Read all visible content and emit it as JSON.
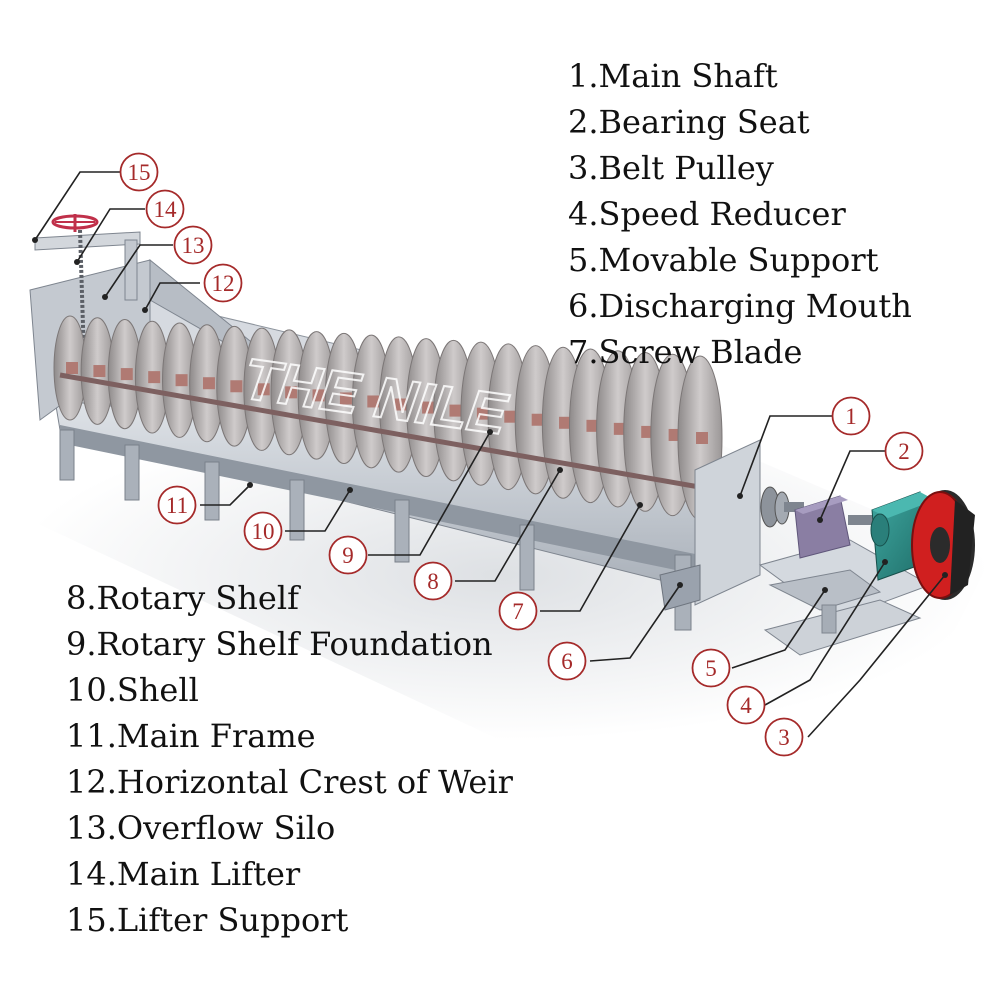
{
  "legend_right": [
    {
      "num": "1",
      "label": "1.Main Shaft"
    },
    {
      "num": "2",
      "label": "2.Bearing Seat"
    },
    {
      "num": "3",
      "label": "3.Belt Pulley"
    },
    {
      "num": "4",
      "label": "4.Speed Reducer"
    },
    {
      "num": "5",
      "label": "5.Movable Support"
    },
    {
      "num": "6",
      "label": "6.Discharging Mouth"
    },
    {
      "num": "7",
      "label": "7.Screw Blade"
    }
  ],
  "legend_left": [
    {
      "num": "8",
      "label": "8.Rotary Shelf"
    },
    {
      "num": "9",
      "label": "9.Rotary Shelf Foundation"
    },
    {
      "num": "10",
      "label": "10.Shell"
    },
    {
      "num": "11",
      "label": "11.Main Frame"
    },
    {
      "num": "12",
      "label": "12.Horizontal Crest of Weir"
    },
    {
      "num": "13",
      "label": "13.Overflow Silo"
    },
    {
      "num": "14",
      "label": "14.Main Lifter"
    },
    {
      "num": "15",
      "label": "15.Lifter Support"
    }
  ],
  "callouts": [
    "1",
    "2",
    "3",
    "4",
    "5",
    "6",
    "7",
    "8",
    "9",
    "10",
    "11",
    "12",
    "13",
    "14",
    "15"
  ],
  "watermark": "THE NILE",
  "colors": {
    "callout": "#a52a2a",
    "blade": "#b9b5b5",
    "blade_bolt": "#b07a73",
    "frame": "#c9ced6",
    "frame_dark": "#9aa2ad",
    "reducer": "#2d8c86",
    "pulley": "#d01f1f",
    "bearing": "#8a7ea3",
    "handwheel": "#c0304a"
  }
}
